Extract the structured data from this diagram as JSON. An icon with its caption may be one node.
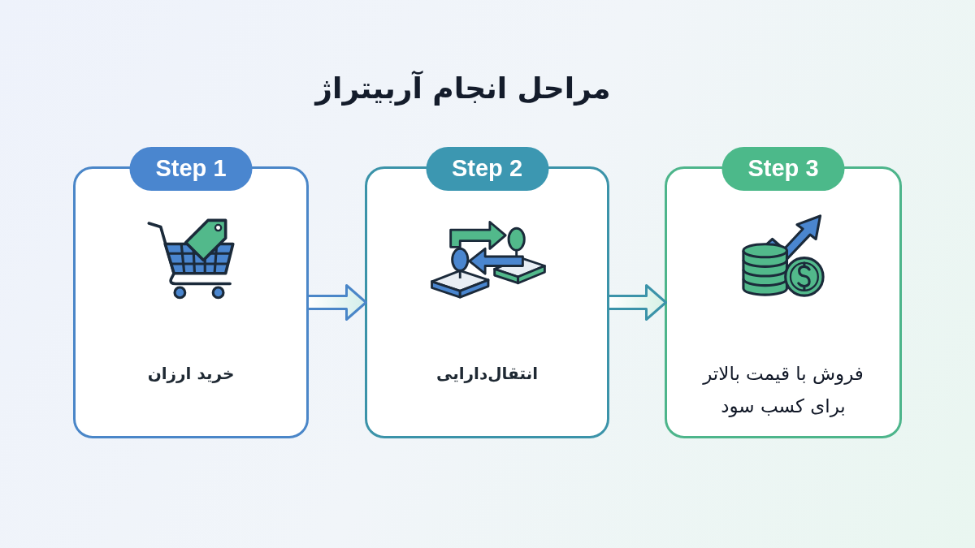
{
  "diagram": {
    "title": "مراحل انجام آربیتراژ",
    "nodes": [
      {
        "text": [
          "Step 1",
          "خرید ارزان"
        ]
      },
      {
        "text": [
          "Step 2",
          "انتقال‌دارایی"
        ]
      },
      {
        "text": [
          "Step 3",
          "فروش با قیمت بالاتر برای کسب سود"
        ]
      }
    ],
    "edges": [
      {
        "from": 0,
        "to": 1,
        "arrow": "to"
      },
      {
        "from": 1,
        "to": 2,
        "arrow": "to"
      }
    ]
  }
}
